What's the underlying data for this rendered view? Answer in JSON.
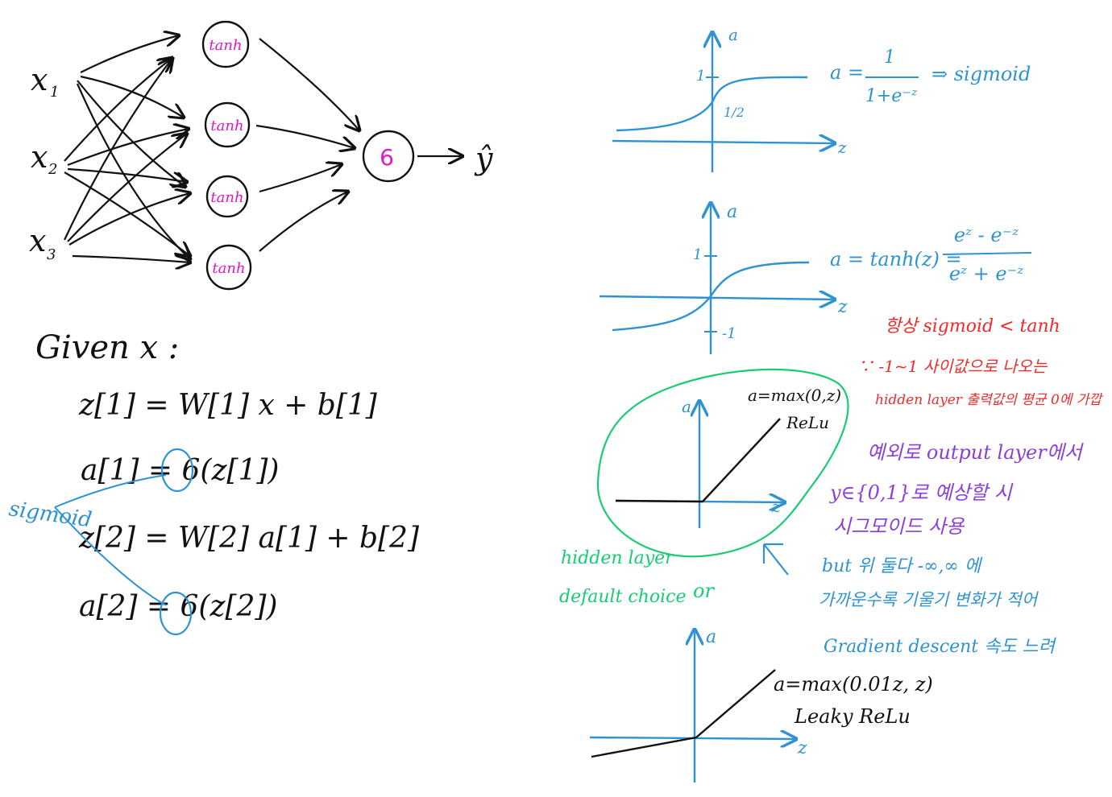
{
  "colors": {
    "ink": "#111111",
    "blue": "#2f93d2",
    "magenta": "#e316c8",
    "red": "#ef2b2b",
    "purple": "#8a3fd9",
    "green": "#19cc74"
  },
  "network": {
    "inputs": [
      "x",
      "x",
      "x"
    ],
    "input_subscripts": [
      "1",
      "2",
      "3"
    ],
    "hidden": [
      "tanh",
      "tanh",
      "tanh",
      "tanh"
    ],
    "output_node": "6",
    "output": "ŷ"
  },
  "equations": {
    "given": "Given x :",
    "eq1": "z[1] = W[1] x + b[1]",
    "eq2": "a[1] = 6(z[1])",
    "eq3": "z[2] = W[2] a[1] + b[2]",
    "eq4": "a[2] = 6(z[2])",
    "sigmoid_label": "sigmoid"
  },
  "sigmoid_plot": {
    "axis_a": "a",
    "axis_z": "z",
    "tick_one": "1",
    "tick_half": "1/2",
    "formula_lhs": "a =",
    "formula_num": "1",
    "formula_den": "1+e⁻ᶻ",
    "formula_tag": "⇒ sigmoid"
  },
  "tanh_plot": {
    "axis_a": "a",
    "axis_z": "z",
    "tick_one": "1",
    "tick_neg": "-1",
    "formula_lhs": "a = tanh(z) =",
    "formula_num": "eᶻ - e⁻ᶻ",
    "formula_den": "eᶻ + e⁻ᶻ"
  },
  "notes_red": [
    "항상 sigmoid < tanh",
    "∵ -1~1 사이값으로 나오는",
    "hidden layer 출력값의 평균 0에 가깝"
  ],
  "relu_plot": {
    "axis_a": "a",
    "axis_z": "z",
    "formula": "a=max(0,z)",
    "name": "ReLu"
  },
  "notes_purple": [
    "예외로 output layer에서",
    "y∈{0,1}로 예상할 시",
    "시그모이드 사용"
  ],
  "notes_blue": [
    "but 위 둘다 -∞,∞ 에",
    "가까운수록 기울기 변화가 적어",
    "Gradient descent 속도 느려"
  ],
  "notes_green": [
    "hidden layer",
    "default choice",
    "or"
  ],
  "leaky_plot": {
    "axis_a": "a",
    "axis_z": "z",
    "formula": "a=max(0.01z, z)",
    "name": "Leaky ReLu"
  }
}
